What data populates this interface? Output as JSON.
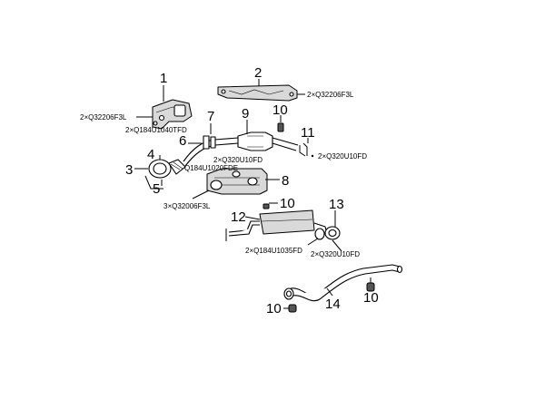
{
  "callouts": {
    "c1": "1",
    "c2": "2",
    "c3": "3",
    "c4": "4",
    "c5": "5",
    "c6": "6",
    "c7": "7",
    "c8": "8",
    "c9": "9",
    "c10a": "10",
    "c10b": "10",
    "c10c": "10",
    "c10d": "10",
    "c11": "11",
    "c12": "12",
    "c13": "13",
    "c14": "14"
  },
  "codes": {
    "k1": "2×Q32206F3L",
    "k2": "2×Q32206F3L",
    "k3": "2×Q184U1040TFD",
    "k4": "2×Q320U10FD",
    "k5": "2×Q320U10FD",
    "k6": "Q184U1020FDE",
    "k7": "3×Q32006F3L",
    "k8": "2×Q184U1035FD",
    "k9": "2×Q320U10FD"
  }
}
